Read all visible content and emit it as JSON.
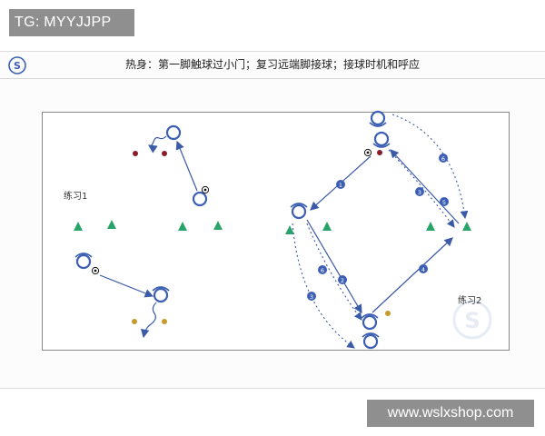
{
  "watermark_badge": {
    "text": "TG: MYYJJPP"
  },
  "header": {
    "title": "热身：第一脚触球过小门；复习远端脚接球；接球时机和呼应"
  },
  "diagram": {
    "exercise1_label": "练习1",
    "exercise2_label": "练习2",
    "step_numbers": [
      "1",
      "2",
      "3",
      "4",
      "5",
      "6",
      "3",
      "6"
    ]
  },
  "footer_badge": {
    "text": "www.wslxshop.com"
  },
  "colors": {
    "player": "#3d5fb3",
    "cone": "#2aa36b",
    "marker_red": "#8a1c2c",
    "marker_yellow": "#c89a2c",
    "arrow": "#3b5aa8"
  }
}
